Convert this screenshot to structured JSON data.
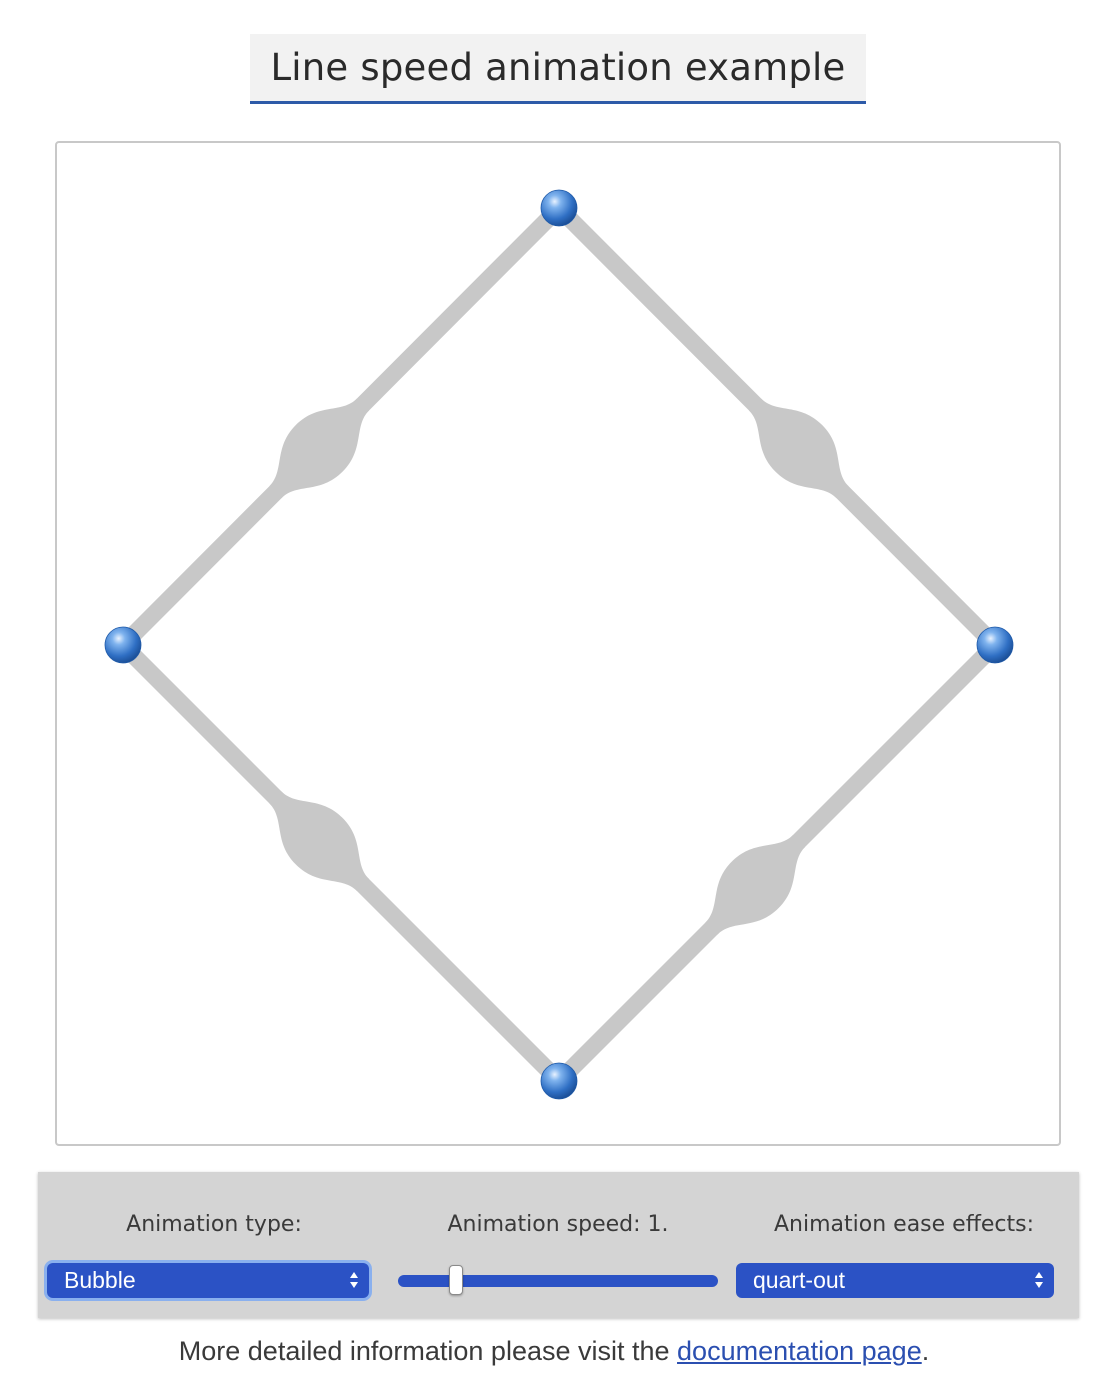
{
  "title": "Line speed animation example",
  "canvas": {
    "vertex_color": "#3b7fd4",
    "line_color": "#c8c8c8"
  },
  "controls": {
    "animation_type": {
      "label": "Animation type:",
      "value": "Bubble"
    },
    "animation_speed": {
      "label": "Animation speed: 1.",
      "value": 0.18
    },
    "ease_effects": {
      "label": "Animation ease effects:",
      "value": "quart-out"
    },
    "accent_color": "#2b52c5"
  },
  "footer": {
    "text_before": "More detailed information please visit the ",
    "link_text": "documentation page",
    "text_after": "."
  }
}
